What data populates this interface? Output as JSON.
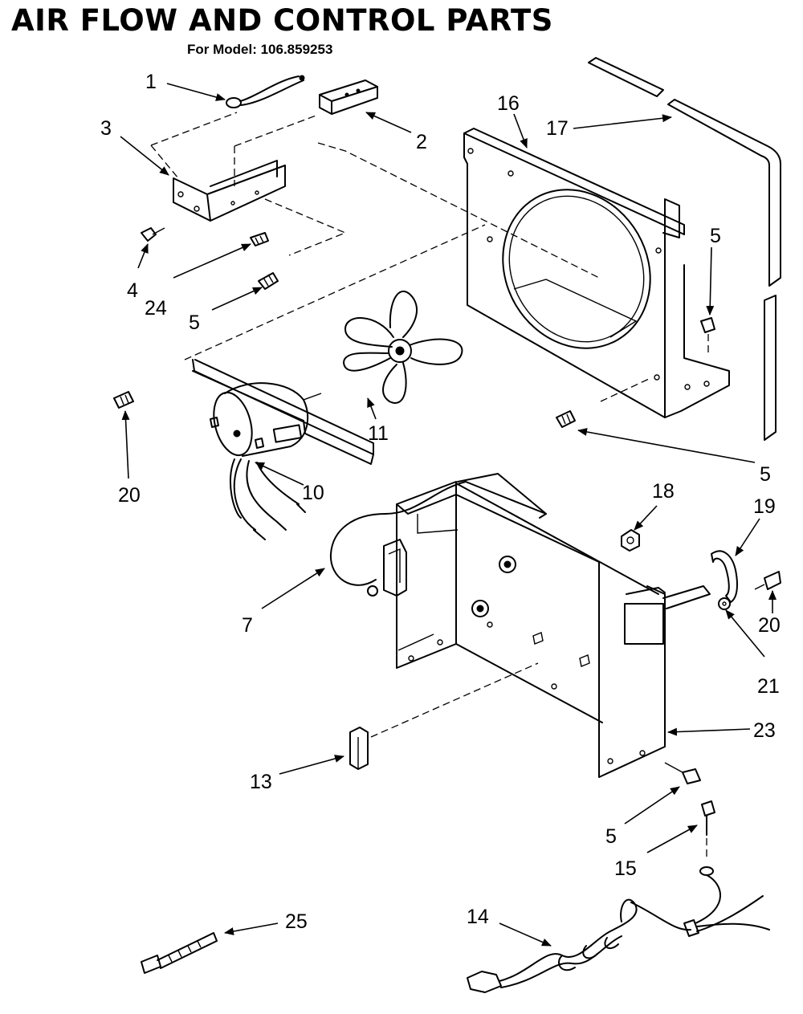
{
  "title": "AIR FLOW AND CONTROL PARTS",
  "subtitle": "For Model: 106.859253",
  "callouts": {
    "c1": "1",
    "c2": "2",
    "c3": "3",
    "c4": "4",
    "c24": "24",
    "c5a": "5",
    "c16": "16",
    "c17": "17",
    "c5b": "5",
    "c11": "11",
    "c20a": "20",
    "c10": "10",
    "c5c": "5",
    "c18": "18",
    "c19": "19",
    "c7": "7",
    "c20b": "20",
    "c21": "21",
    "c23": "23",
    "c13": "13",
    "c5d": "5",
    "c15": "15",
    "c14": "14",
    "c25": "25"
  }
}
